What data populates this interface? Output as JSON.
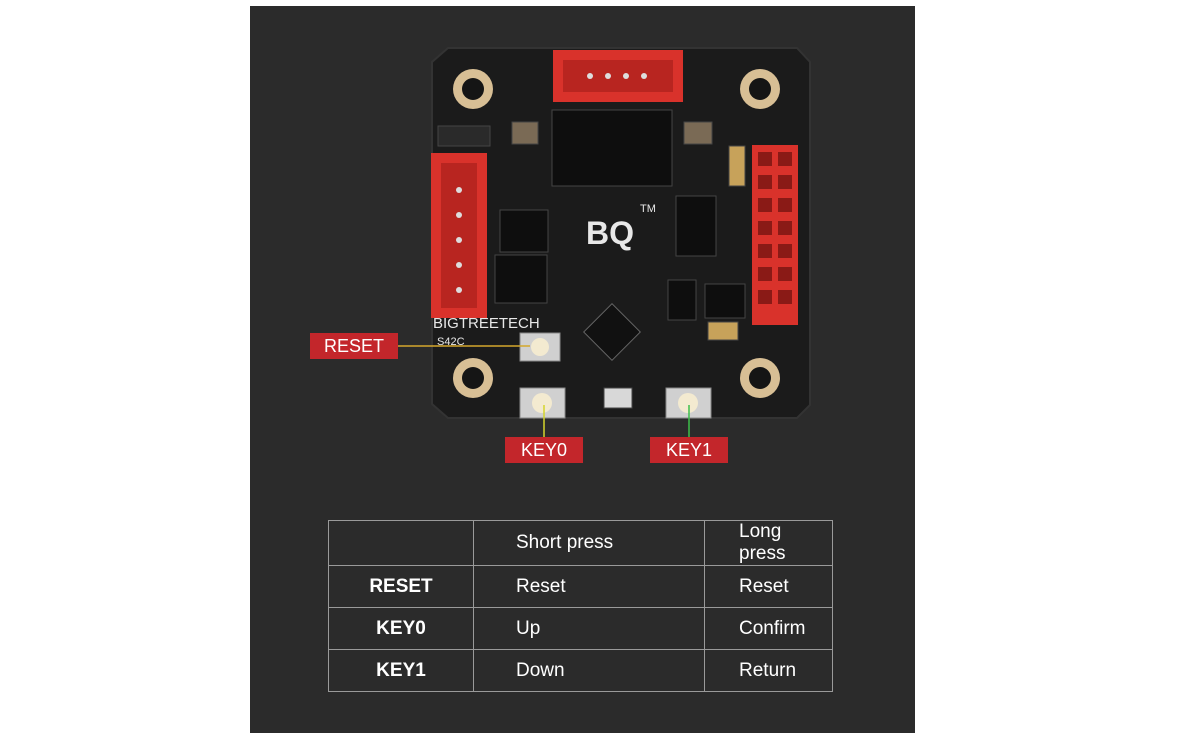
{
  "board": {
    "brand_logo": "BQ",
    "trademark": "TM",
    "maker_text": "BIGTREETECH",
    "model_text": "S42C",
    "board_color": "#1b1b1b",
    "connector_color": "#d9322b"
  },
  "callouts": {
    "reset": "RESET",
    "key0": "KEY0",
    "key1": "KEY1",
    "color": "#c3262b"
  },
  "table": {
    "headers": [
      "",
      "Short press",
      "Long press"
    ],
    "rows": [
      {
        "key": "RESET",
        "short": "Reset",
        "long": "Reset"
      },
      {
        "key": "KEY0",
        "short": "Up",
        "long": "Confirm"
      },
      {
        "key": "KEY1",
        "short": "Down",
        "long": "Return"
      }
    ]
  }
}
